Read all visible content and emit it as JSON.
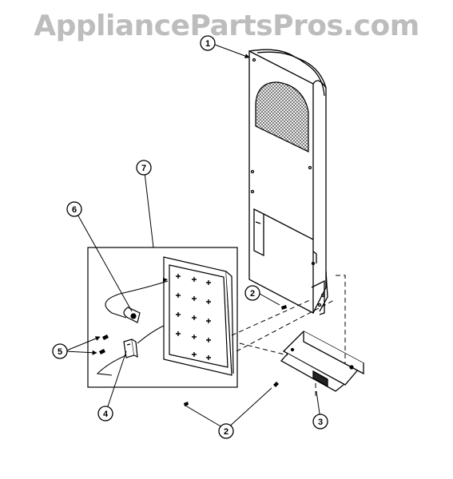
{
  "watermark": "AppliancePartsPros.com",
  "callouts": [
    {
      "id": "1",
      "label": "1"
    },
    {
      "id": "2a",
      "label": "2"
    },
    {
      "id": "2b",
      "label": "2"
    },
    {
      "id": "3",
      "label": "3"
    },
    {
      "id": "4",
      "label": "4"
    },
    {
      "id": "5",
      "label": "5"
    },
    {
      "id": "6",
      "label": "6"
    },
    {
      "id": "7",
      "label": "7"
    }
  ]
}
